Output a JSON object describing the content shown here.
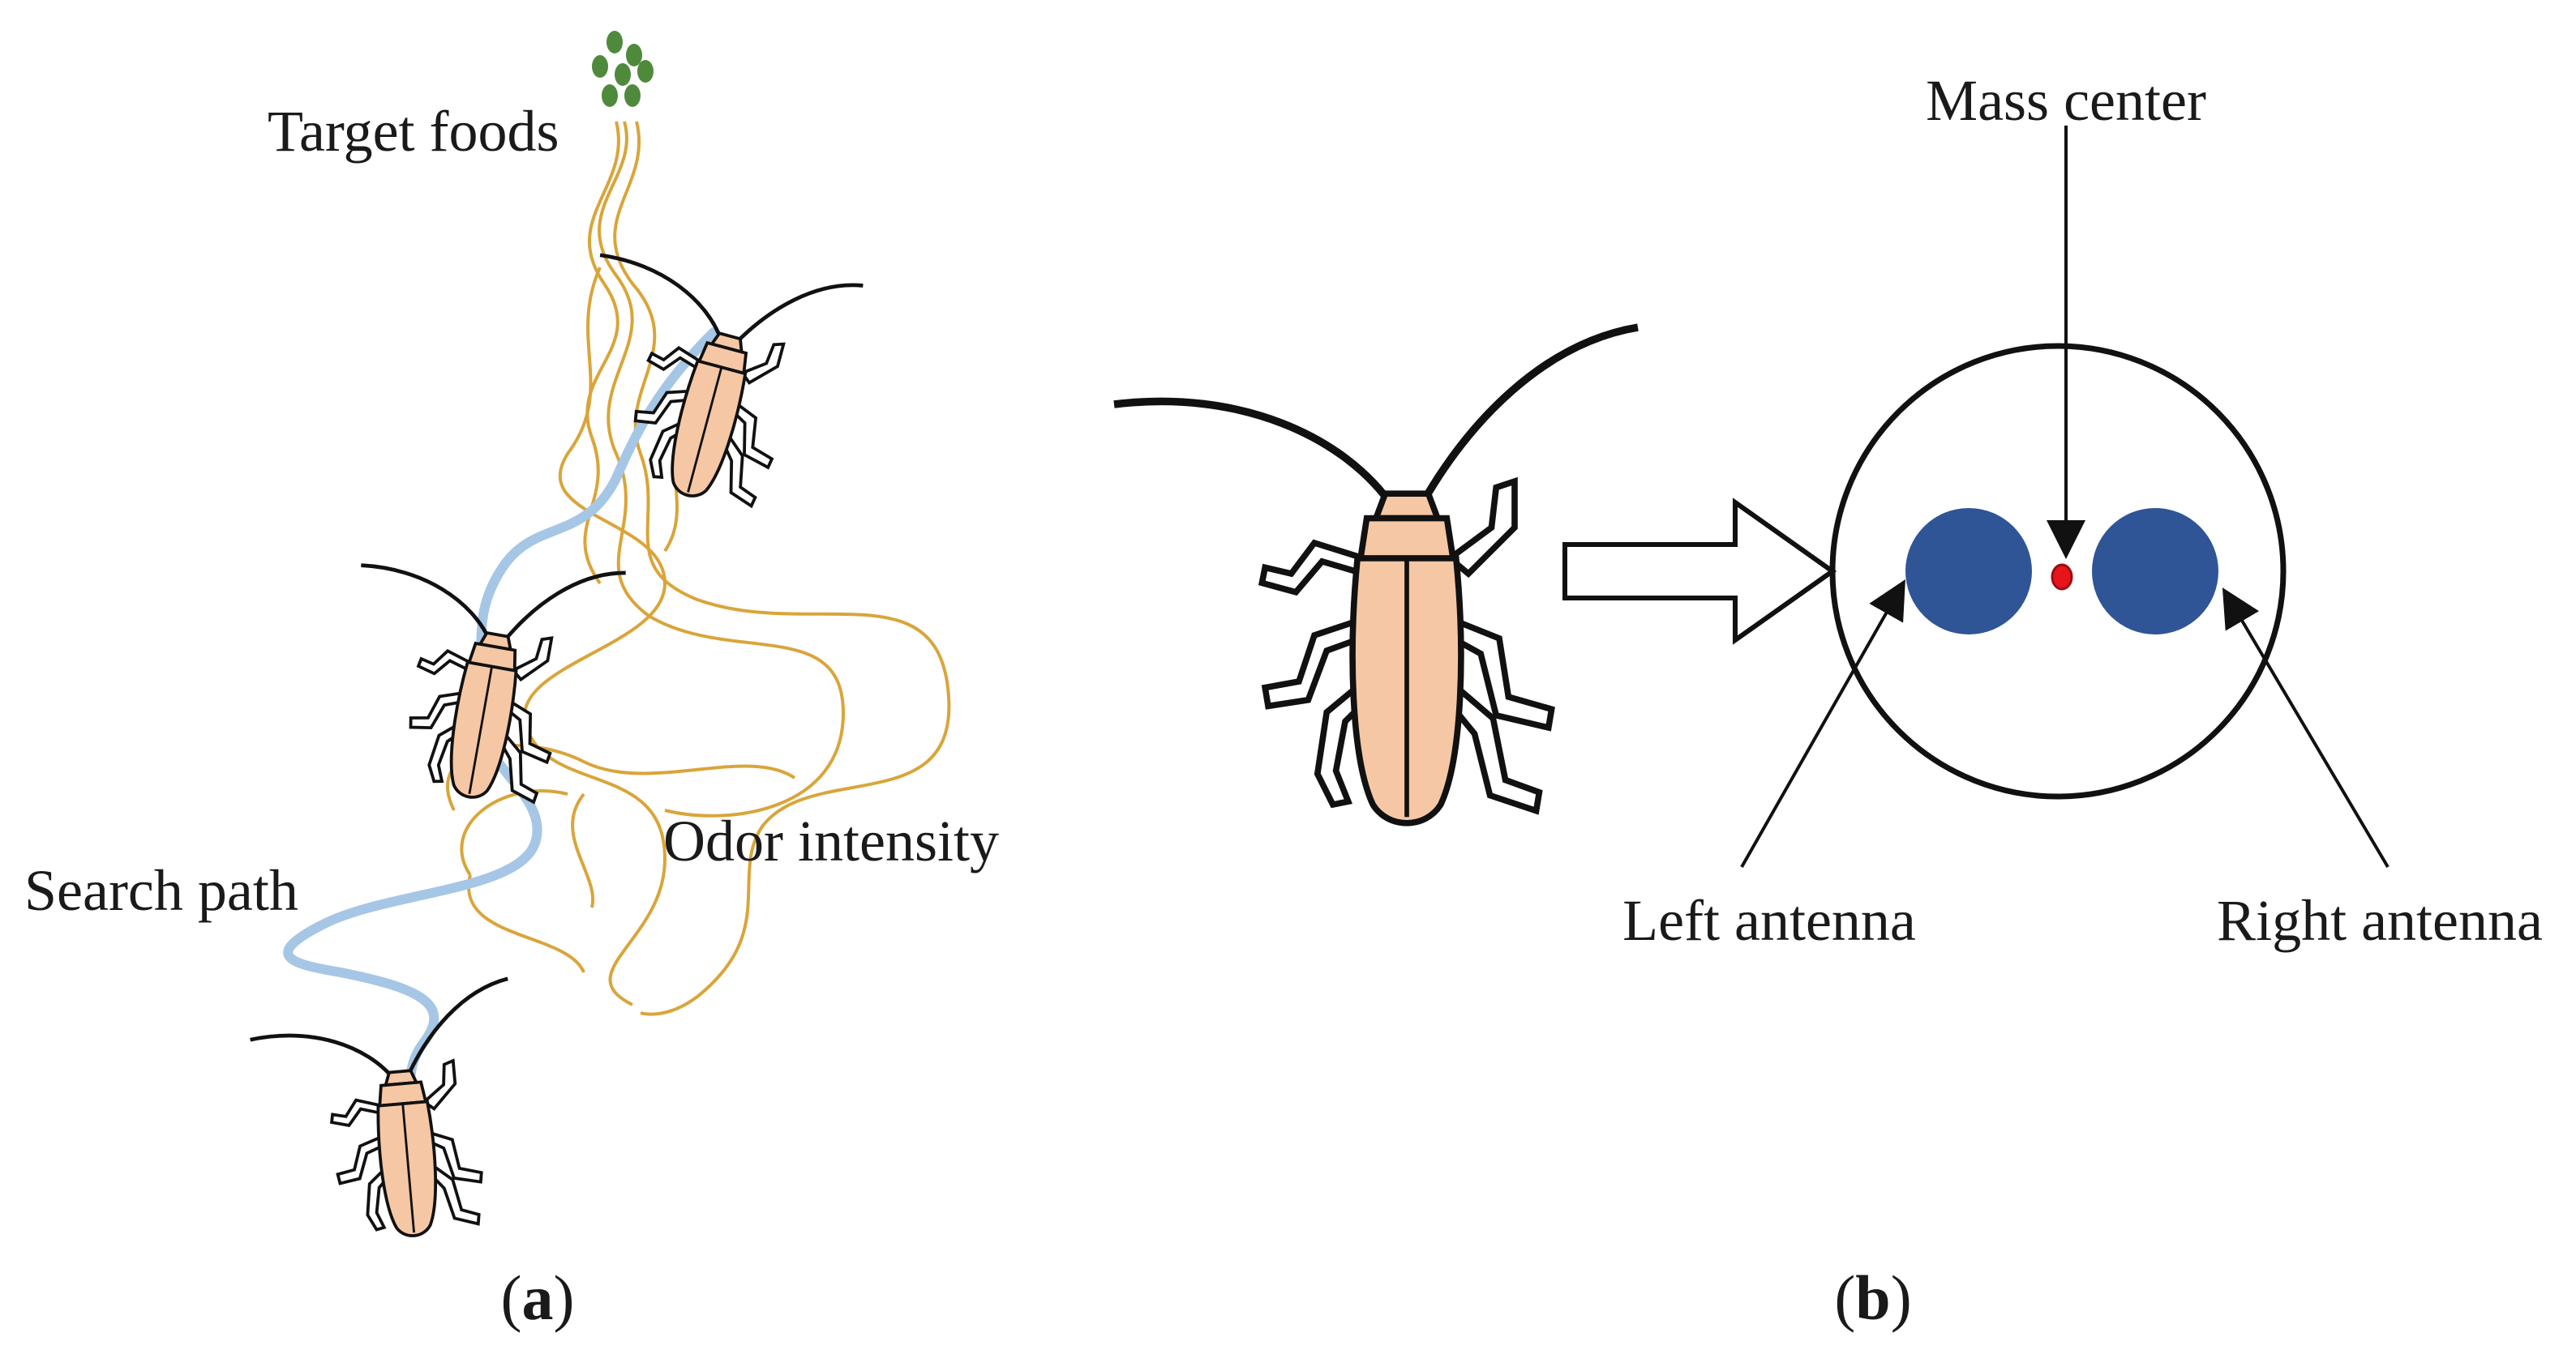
{
  "panel_a": {
    "caption_letter": "a",
    "labels": {
      "target_foods": "Target foods",
      "odor_intensity": "Odor intensity",
      "search_path": "Search path"
    }
  },
  "panel_b": {
    "caption_letter": "b",
    "labels": {
      "mass_center": "Mass center",
      "left_antenna": "Left antenna",
      "right_antenna": "Right antenna"
    }
  },
  "colors": {
    "odor_plume": "#d9a53a",
    "search_path": "#a6c6e6",
    "insect_body": "#f6c7a4",
    "antenna_disc": "#2f5597",
    "mass_center": "#e8141b",
    "food": "#4f8a3c"
  }
}
